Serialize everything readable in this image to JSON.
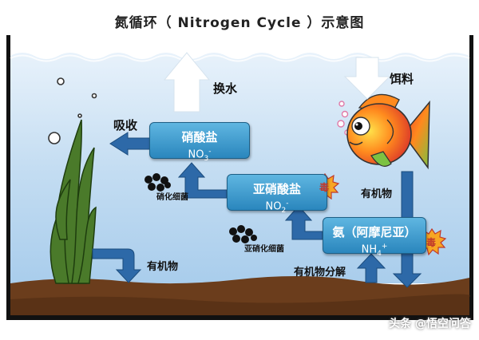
{
  "title": "氮循环（ Nitrogen Cycle ）示意图",
  "labels": {
    "water_change": "换水",
    "feed": "饵料",
    "absorb": "吸收",
    "organic_right": "有机物",
    "organic_bottom": "有机物",
    "organic_decompose": "有机物分解",
    "nitrifying_bacteria": "硝化细菌",
    "nitrite_bacteria": "亚硝化细菌",
    "poison1": "毒",
    "poison2": "毒"
  },
  "boxes": {
    "nitrate": {
      "name": "硝酸盐",
      "formula": "NO",
      "sub": "3",
      "sup": "-"
    },
    "nitrite": {
      "name": "亚硝酸盐",
      "formula": "NO",
      "sub": "2",
      "sup": "-"
    },
    "ammonia": {
      "name": "氨（阿摩尼亚）",
      "formula": "NH",
      "sub": "4",
      "sup": "+"
    }
  },
  "watermark": "头条 @悟空问答",
  "colors": {
    "water": "#bcd8f0",
    "soil": "#6b3d1c",
    "box": "#3d9ad0",
    "arrow": "#2d69a8",
    "poison": "#f7a623"
  }
}
